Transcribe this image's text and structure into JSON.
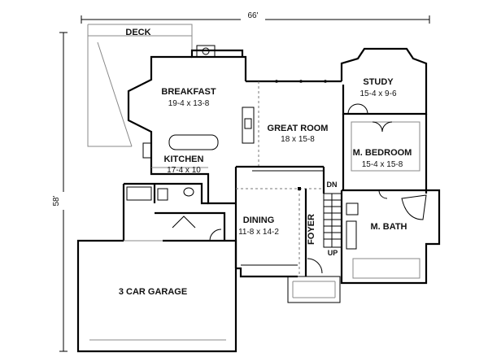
{
  "dimensions": {
    "width": "66'",
    "depth": "58'"
  },
  "rooms": {
    "deck": {
      "name": "DECK"
    },
    "breakfast": {
      "name": "BREAKFAST",
      "size": "19-4 x 13-8"
    },
    "study": {
      "name": "STUDY",
      "size": "15-4 x 9-6"
    },
    "great_room": {
      "name": "GREAT ROOM",
      "size": "18 x 15-8"
    },
    "master_bedroom": {
      "name": "M. BEDROOM",
      "size": "15-4 x 15-8"
    },
    "kitchen": {
      "name": "KITCHEN",
      "size": "17-4 x 10"
    },
    "dining": {
      "name": "DINING",
      "size": "11-8 x 14-2"
    },
    "foyer": {
      "name": "FOYER"
    },
    "master_bath": {
      "name": "M. BATH"
    },
    "garage": {
      "name": "3 CAR GARAGE"
    }
  },
  "stairs": {
    "down": "DN",
    "up": "UP"
  },
  "colors": {
    "line": "#000000",
    "background": "#ffffff"
  }
}
